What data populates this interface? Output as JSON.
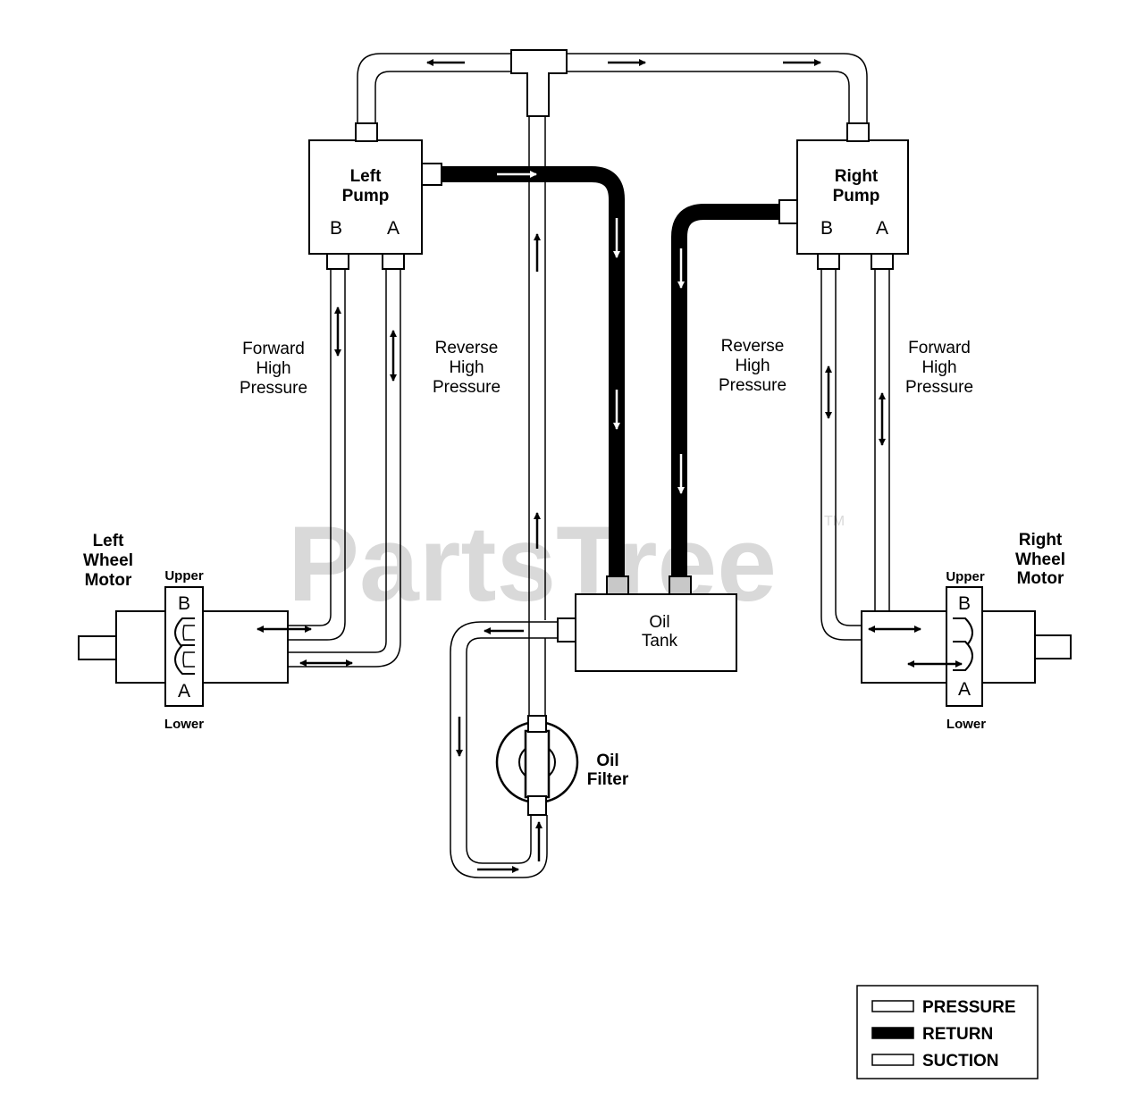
{
  "watermark": {
    "text": "PartsTree",
    "tm": "TM"
  },
  "components": {
    "left_pump": {
      "line1": "Left",
      "line2": "Pump",
      "port_b": "B",
      "port_a": "A"
    },
    "right_pump": {
      "line1": "Right",
      "line2": "Pump",
      "port_b": "B",
      "port_a": "A"
    },
    "oil_tank": {
      "line1": "Oil",
      "line2": "Tank"
    },
    "oil_filter": {
      "line1": "Oil",
      "line2": "Filter"
    },
    "left_motor": {
      "line1": "Left",
      "line2": "Wheel",
      "line3": "Motor",
      "upper": "Upper",
      "lower": "Lower",
      "port_b": "B",
      "port_a": "A"
    },
    "right_motor": {
      "line1": "Right",
      "line2": "Wheel",
      "line3": "Motor",
      "upper": "Upper",
      "lower": "Lower",
      "port_b": "B",
      "port_a": "A"
    }
  },
  "lines": {
    "left_forward": {
      "line1": "Forward",
      "line2": "High",
      "line3": "Pressure"
    },
    "left_reverse": {
      "line1": "Reverse",
      "line2": "High",
      "line3": "Pressure"
    },
    "right_reverse": {
      "line1": "Reverse",
      "line2": "High",
      "line3": "Pressure"
    },
    "right_forward": {
      "line1": "Forward",
      "line2": "High",
      "line3": "Pressure"
    }
  },
  "legend": {
    "pressure": "PRESSURE",
    "return": "RETURN",
    "suction": "SUCTION"
  },
  "colors": {
    "line": "#000000",
    "background": "#ffffff",
    "watermark": "#d9d9d9"
  }
}
